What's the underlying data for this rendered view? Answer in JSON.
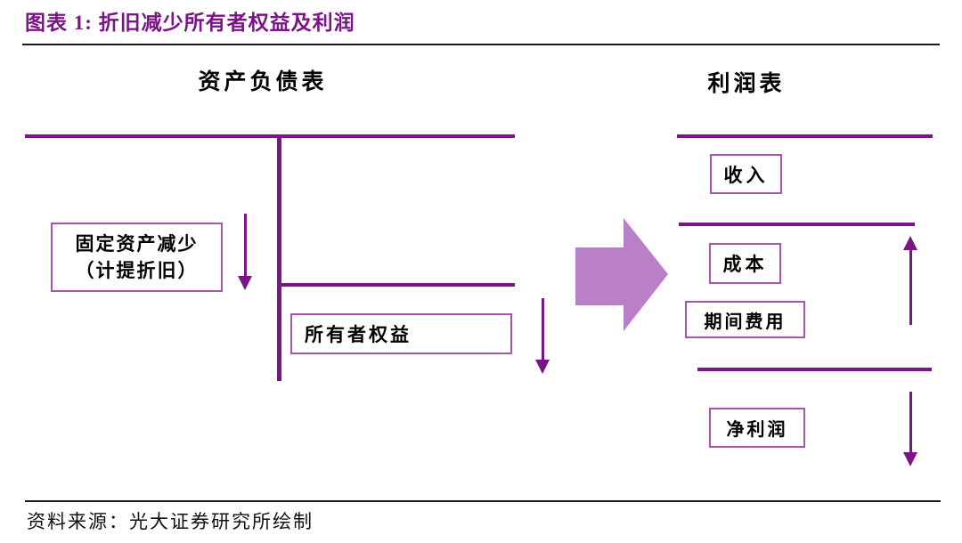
{
  "title": "图表 1: 折旧减少所有者权益及利润",
  "colors": {
    "accent_purple": "#7B1486",
    "box_border_purple": "#A756AB",
    "big_arrow_fill": "#B97FC8",
    "divider_black": "#1a1a1a"
  },
  "balance_sheet": {
    "header": "资产负债表",
    "fixed_asset_line1": "固定资产减少",
    "fixed_asset_line2": "（计提折旧）",
    "equity_label": "所有者权益"
  },
  "income_statement": {
    "header": "利润表",
    "revenue_label": "收入",
    "cost_label": "成本",
    "period_expense_label": "期间费用",
    "net_profit_label": "净利润"
  },
  "footer": {
    "source": "资料来源：光大证券研究所绘制"
  }
}
